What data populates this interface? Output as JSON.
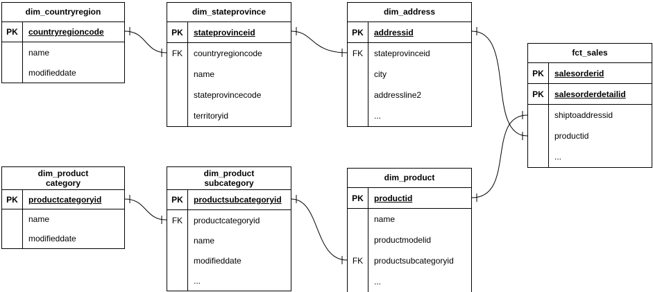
{
  "diagram": {
    "tables": [
      {
        "id": "dim_countryregion",
        "title": "dim_countryregion",
        "rows": [
          {
            "key": "PK",
            "name": "countryregioncode",
            "pk": true
          },
          {
            "key": "",
            "name": "name"
          },
          {
            "key": "",
            "name": "modifieddate"
          }
        ]
      },
      {
        "id": "dim_stateprovince",
        "title": "dim_stateprovince",
        "rows": [
          {
            "key": "PK",
            "name": "stateprovinceid",
            "pk": true
          },
          {
            "key": "FK",
            "name": "countryregioncode"
          },
          {
            "key": "",
            "name": "name"
          },
          {
            "key": "",
            "name": "stateprovincecode"
          },
          {
            "key": "",
            "name": "territoryid"
          }
        ]
      },
      {
        "id": "dim_address",
        "title": "dim_address",
        "rows": [
          {
            "key": "PK",
            "name": "addressid",
            "pk": true
          },
          {
            "key": "FK",
            "name": "stateprovinceid"
          },
          {
            "key": "",
            "name": "city"
          },
          {
            "key": "",
            "name": "addressline2"
          },
          {
            "key": "",
            "name": "..."
          }
        ]
      },
      {
        "id": "fct_sales",
        "title": "fct_sales",
        "rows": [
          {
            "key": "PK",
            "name": "salesorderid",
            "pk": true
          },
          {
            "key": "PK",
            "name": "salesorderdetailid",
            "pk": true
          },
          {
            "key": "",
            "name": "shiptoaddressid"
          },
          {
            "key": "",
            "name": "productid"
          },
          {
            "key": "",
            "name": "..."
          }
        ]
      },
      {
        "id": "dim_productcategory",
        "title": "dim_product\ncategory",
        "rows": [
          {
            "key": "PK",
            "name": "productcategoryid",
            "pk": true
          },
          {
            "key": "",
            "name": "name"
          },
          {
            "key": "",
            "name": "modifieddate"
          }
        ]
      },
      {
        "id": "dim_productsubcategory",
        "title": "dim_product\nsubcategory",
        "rows": [
          {
            "key": "PK",
            "name": "productsubcategoryid",
            "pk": true
          },
          {
            "key": "FK",
            "name": "productcategoryid"
          },
          {
            "key": "",
            "name": "name"
          },
          {
            "key": "",
            "name": "modifieddate"
          },
          {
            "key": "",
            "name": "..."
          }
        ]
      },
      {
        "id": "dim_product",
        "title": "dim_product",
        "rows": [
          {
            "key": "PK",
            "name": "productid",
            "pk": true
          },
          {
            "key": "",
            "name": "name"
          },
          {
            "key": "",
            "name": "productmodelid"
          },
          {
            "key": "FK",
            "name": "productsubcategoryid"
          },
          {
            "key": "",
            "name": "..."
          }
        ]
      }
    ],
    "relationships": [
      {
        "from": "dim_countryregion",
        "to": "dim_stateprovince"
      },
      {
        "from": "dim_stateprovince",
        "to": "dim_address"
      },
      {
        "from": "dim_address",
        "to": "fct_sales"
      },
      {
        "from": "dim_product",
        "to": "fct_sales"
      },
      {
        "from": "dim_productcategory",
        "to": "dim_productsubcategory"
      },
      {
        "from": "dim_productsubcategory",
        "to": "dim_product"
      }
    ]
  }
}
